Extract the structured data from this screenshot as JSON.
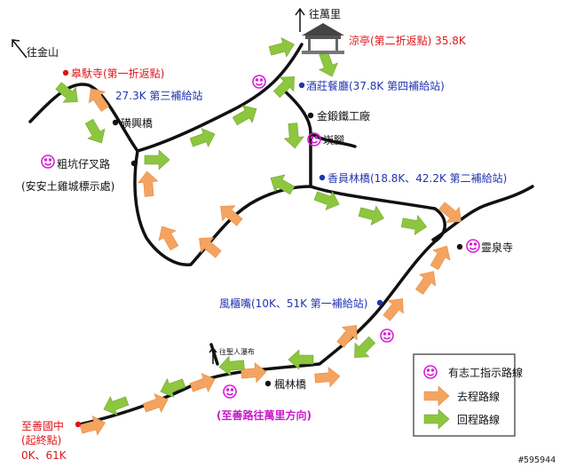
{
  "labels": {
    "to_wanli": "往萬里",
    "to_jinshan": "往金山",
    "to_waterfall": "往聖人瀑布",
    "pavilion": "涼亭(第二折返點) 35.8K",
    "gaoyan_temple": "皋馱寺(第一折返點)",
    "station3": "27.3K 第三補給站",
    "hengxing_bridge": "磺興橋",
    "cukeng": "粗坑仔叉路",
    "cukeng_note": "(安安土雞城標示處)",
    "station4": "酒莊餐廳(37.8K 第四補給站)",
    "jindu": "金鍛鐵工廠",
    "tanjiao": "崁腳",
    "station2": "香員林橋(18.8K、42.2K 第二補給站)",
    "lingquan": "靈泉寺",
    "station1": "風櫃嘴(10K、51K 第一補給站)",
    "fenglin_bridge": "楓林橋",
    "direction_note": "(至善路往萬里方向)",
    "start_line1": "至善國中",
    "start_line2": "(起終點)",
    "start_line3": "0K、61K"
  },
  "legend": {
    "volunteer": "有志工指示路線",
    "outbound": "去程路線",
    "return": "回程路線"
  },
  "watermark": "#595944",
  "colors": {
    "route": "#111111",
    "outbound_arrow": "#f4a460",
    "return_arrow": "#8dc63f",
    "smiley": "#d81fd8",
    "red": "#e0151b",
    "blue": "#2233b0"
  }
}
